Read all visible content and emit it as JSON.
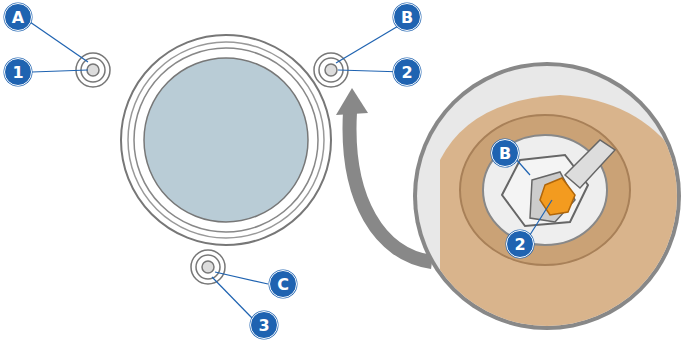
{
  "diagram": {
    "labels": [
      "A",
      "1",
      "B",
      "2",
      "C",
      "3",
      "B",
      "2"
    ]
  }
}
